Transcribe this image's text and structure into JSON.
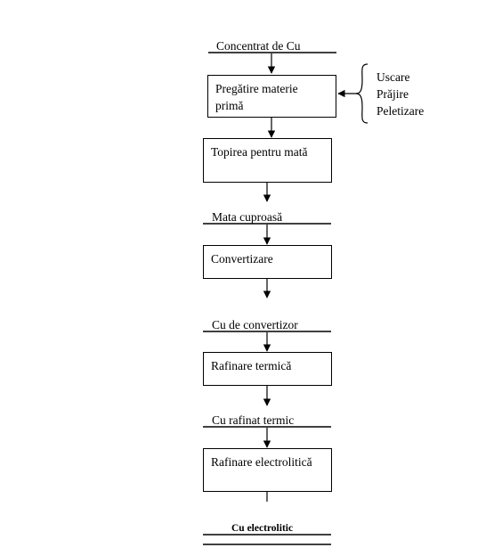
{
  "flow": {
    "s1": "Concentrat de Cu",
    "b1": "Pregătire materie primă",
    "b2": "Topirea pentru mată",
    "s2": "Mata cuproasă",
    "b3": "Convertizare",
    "s3": "Cu de convertizor",
    "b4": "Rafinare termică",
    "s4": "Cu rafinat termic",
    "b5": "Rafinare electrolitică",
    "s5": "Cu electrolitic"
  },
  "side": {
    "l1": "Uscare",
    "l2": "Prăjire",
    "l3": "Peletizare"
  }
}
